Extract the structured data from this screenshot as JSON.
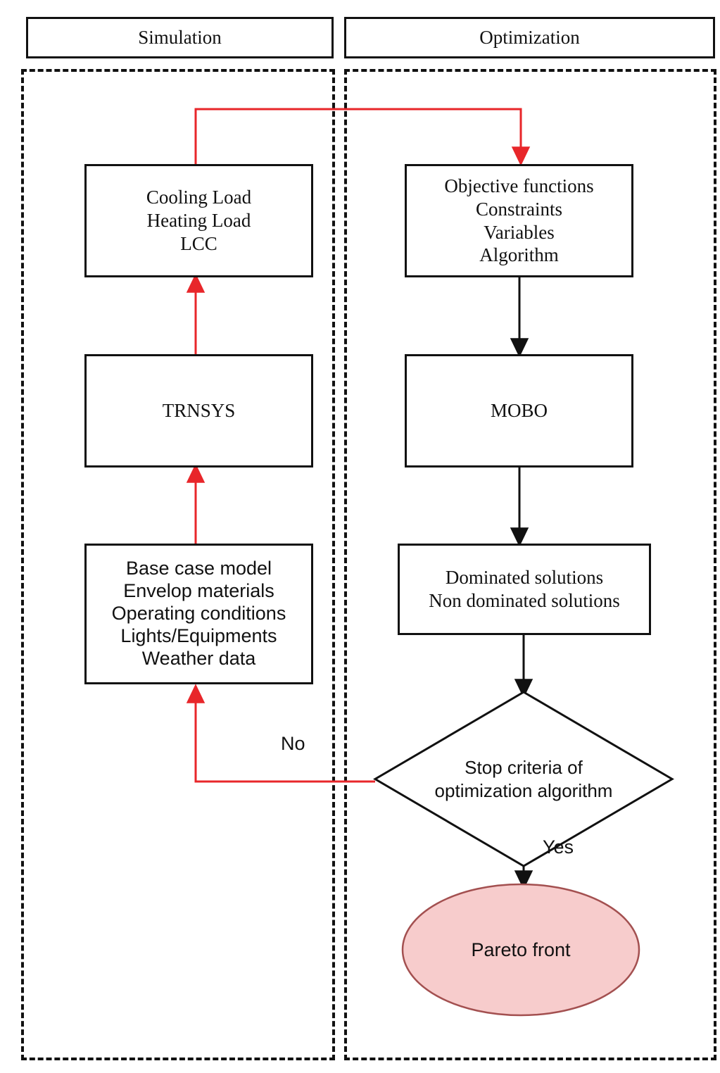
{
  "diagram": {
    "title": "Simulation and optimization workflow flowchart",
    "colors": {
      "outline": "#111111",
      "feedback_arrow": "#e8262a",
      "feedback_line": "#c0392f",
      "terminal_fill": "#f7cccc",
      "terminal_stroke": "#a35050",
      "background": "#ffffff"
    }
  },
  "phases": {
    "simulation": {
      "header": "Simulation"
    },
    "optimization": {
      "header": "Optimization"
    }
  },
  "nodes": {
    "outputs": {
      "lines": [
        "Cooling Load",
        "Heating Load",
        "LCC"
      ]
    },
    "trnsys": {
      "lines": [
        "TRNSYS"
      ]
    },
    "inputs": {
      "lines": [
        "Base case model",
        "Envelop materials",
        "Operating conditions",
        "Lights/Equipments",
        "Weather data"
      ]
    },
    "objectives": {
      "lines": [
        "Objective functions",
        "Constraints",
        "Variables",
        "Algorithm"
      ]
    },
    "mobo": {
      "lines": [
        "MOBO"
      ]
    },
    "solutions": {
      "lines": [
        "Dominated solutions",
        "Non dominated solutions"
      ]
    },
    "stop_criteria": {
      "lines": [
        "Stop criteria of",
        "optimization algorithm"
      ]
    },
    "pareto": {
      "lines": [
        "Pareto front"
      ]
    }
  },
  "edge_labels": {
    "no": "No",
    "yes": "Yes"
  }
}
